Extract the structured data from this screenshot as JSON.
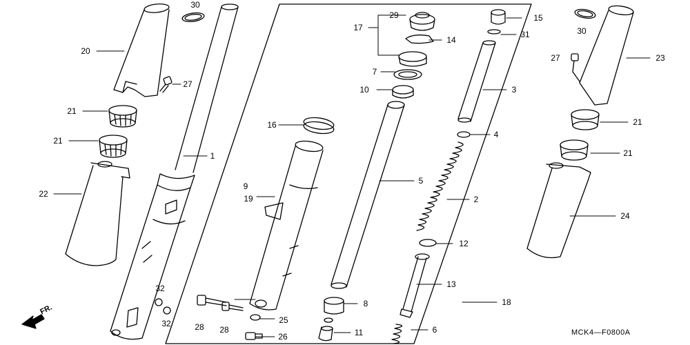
{
  "diagram": {
    "code": "MCK4—F0800A",
    "direction": "FR.",
    "callouts": [
      {
        "id": "c30a",
        "text": "30"
      },
      {
        "id": "c20",
        "text": "20"
      },
      {
        "id": "c27a",
        "text": "27"
      },
      {
        "id": "c21a",
        "text": "21"
      },
      {
        "id": "c21b",
        "text": "21"
      },
      {
        "id": "c22",
        "text": "22"
      },
      {
        "id": "c1",
        "text": "1"
      },
      {
        "id": "c32a",
        "text": "32"
      },
      {
        "id": "c32b",
        "text": "32"
      },
      {
        "id": "c16",
        "text": "16"
      },
      {
        "id": "c9",
        "text": "9"
      },
      {
        "id": "c19",
        "text": "19"
      },
      {
        "id": "c28a",
        "text": "28"
      },
      {
        "id": "c28b",
        "text": "28"
      },
      {
        "id": "c25",
        "text": "25"
      },
      {
        "id": "c26",
        "text": "26"
      },
      {
        "id": "c17",
        "text": "17"
      },
      {
        "id": "c29",
        "text": "29"
      },
      {
        "id": "c14",
        "text": "14"
      },
      {
        "id": "c7",
        "text": "7"
      },
      {
        "id": "c10",
        "text": "10"
      },
      {
        "id": "c5",
        "text": "5"
      },
      {
        "id": "c8",
        "text": "8"
      },
      {
        "id": "c11",
        "text": "11"
      },
      {
        "id": "c15",
        "text": "15"
      },
      {
        "id": "c31",
        "text": "31"
      },
      {
        "id": "c3",
        "text": "3"
      },
      {
        "id": "c4",
        "text": "4"
      },
      {
        "id": "c2",
        "text": "2"
      },
      {
        "id": "c12",
        "text": "12"
      },
      {
        "id": "c13",
        "text": "13"
      },
      {
        "id": "c6",
        "text": "6"
      },
      {
        "id": "c18",
        "text": "18"
      },
      {
        "id": "c30b",
        "text": "30"
      },
      {
        "id": "c27b",
        "text": "27"
      },
      {
        "id": "c23",
        "text": "23"
      },
      {
        "id": "c21c",
        "text": "21"
      },
      {
        "id": "c21d",
        "text": "21"
      },
      {
        "id": "c24",
        "text": "24"
      }
    ]
  }
}
